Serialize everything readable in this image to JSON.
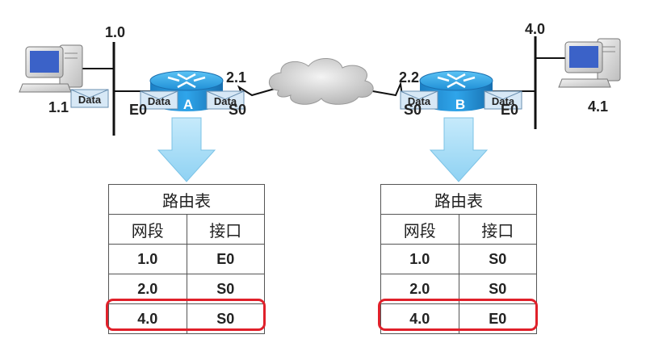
{
  "labels": {
    "net_left": "1.0",
    "host_left": "1.1",
    "router_a_e": "E0",
    "router_a_s_addr": "2.1",
    "router_a_s": "S0",
    "router_b_s_addr": "2.2",
    "router_b_s": "S0",
    "router_b_e": "E0",
    "net_right": "4.0",
    "host_right": "4.1"
  },
  "routers": {
    "a": "A",
    "b": "B"
  },
  "packet_label": "Data",
  "tables": [
    {
      "title": "路由表",
      "headers": [
        "网段",
        "接口"
      ],
      "rows": [
        [
          "1.0",
          "E0"
        ],
        [
          "2.0",
          "S0"
        ],
        [
          "4.0",
          "S0"
        ]
      ],
      "highlight_row": 3
    },
    {
      "title": "路由表",
      "headers": [
        "网段",
        "接口"
      ],
      "rows": [
        [
          "1.0",
          "S0"
        ],
        [
          "2.0",
          "S0"
        ],
        [
          "4.0",
          "E0"
        ]
      ],
      "highlight_row": 3
    }
  ],
  "colors": {
    "highlight": "#e0202a",
    "router": "#2aa3e8",
    "arrow": "#9bd8f5",
    "packet": "#d7e8f6"
  },
  "icons": [
    "computer-icon",
    "router-icon",
    "cloud-icon",
    "packet-icon",
    "down-arrow-icon"
  ]
}
